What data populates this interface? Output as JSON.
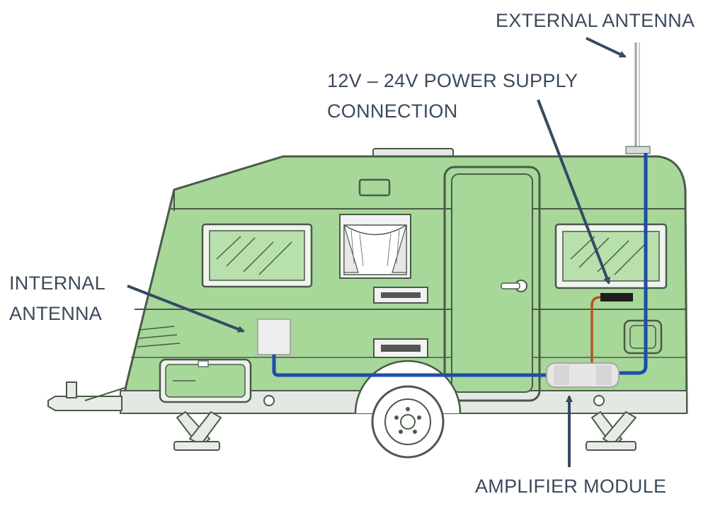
{
  "labels": {
    "external_antenna": "EXTERNAL ANTENNA",
    "power_supply_line1": "12V – 24V POWER SUPPLY",
    "power_supply_line2": "CONNECTION",
    "internal_antenna_line1": "INTERNAL",
    "internal_antenna_line2": "ANTENNA",
    "amplifier_module": "AMPLIFIER MODULE"
  },
  "colors": {
    "body_green": "#a8d79a",
    "outline": "#4a5a48",
    "cable_blue": "#1e4ea8",
    "power_cable": "#b3541e",
    "label_text": "#3a4a5c",
    "arrow": "#354a63"
  }
}
